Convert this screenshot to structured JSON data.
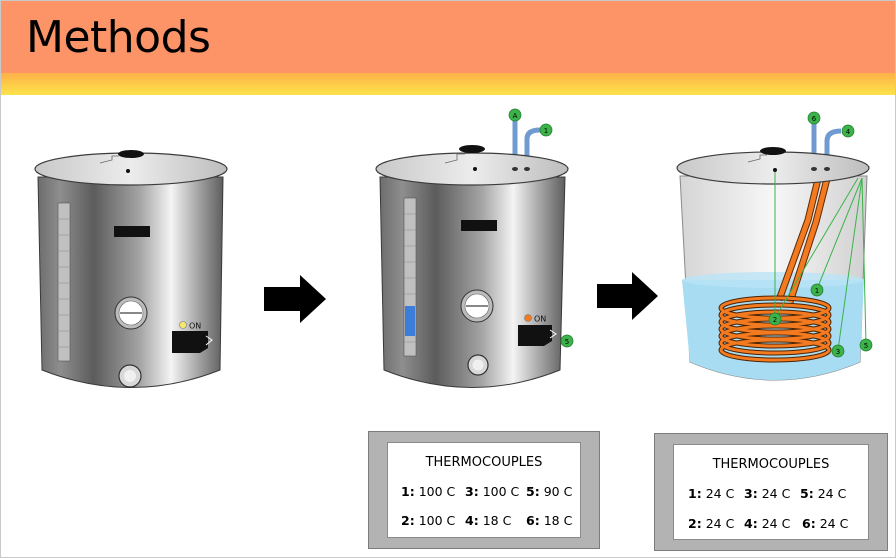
{
  "header": {
    "title": "Methods"
  },
  "pot1": {
    "switch_label": "ON"
  },
  "pot2": {
    "switch_label": "ON",
    "probe_labels": {
      "a": "A",
      "one": "1",
      "five": "5"
    }
  },
  "pot3": {
    "probe_labels": {
      "six": "6",
      "four": "4",
      "one": "1",
      "two": "2",
      "three": "3",
      "five": "5"
    }
  },
  "panel_left": {
    "title": "THERMOCOUPLES",
    "readings": [
      {
        "id": "1:",
        "value": "100 C"
      },
      {
        "id": "3:",
        "value": "100 C"
      },
      {
        "id": "5:",
        "value": "90 C"
      },
      {
        "id": "2:",
        "value": "100 C"
      },
      {
        "id": "4:",
        "value": "18 C"
      },
      {
        "id": "6:",
        "value": "18 C"
      }
    ]
  },
  "panel_right": {
    "title": "THERMOCOUPLES",
    "readings": [
      {
        "id": "1:",
        "value": "24 C"
      },
      {
        "id": "3:",
        "value": "24 C"
      },
      {
        "id": "5:",
        "value": "24 C"
      },
      {
        "id": "2:",
        "value": "24 C"
      },
      {
        "id": "4:",
        "value": "24 C"
      },
      {
        "id": "6:",
        "value": "24 C"
      }
    ]
  },
  "colors": {
    "header": "#fc9468",
    "stripe": "#fdd048",
    "probe_green": "#3cb34a",
    "coil_orange": "#f47a20",
    "water_blue": "#a8dcf2",
    "tube_blue": "#6f9bd1"
  }
}
